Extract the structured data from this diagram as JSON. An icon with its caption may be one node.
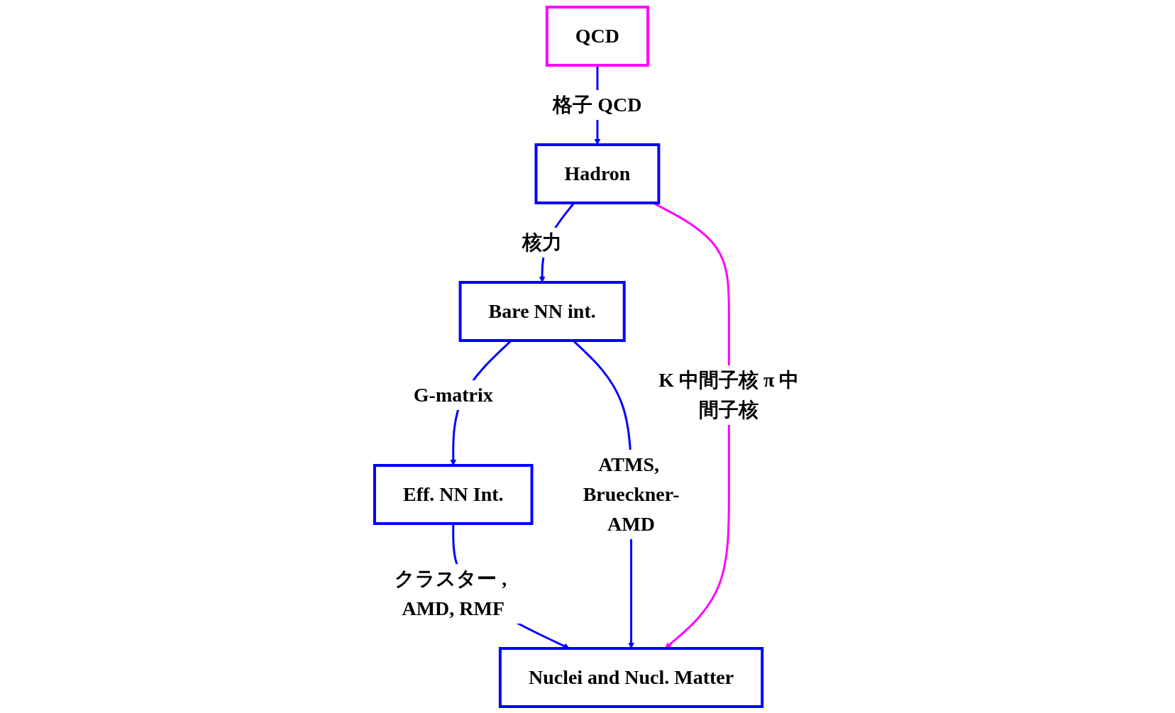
{
  "diagram": {
    "nodes": [
      {
        "text": [
          "QCD"
        ]
      },
      {
        "text": [
          "Hadron"
        ]
      },
      {
        "text": [
          "Bare NN int."
        ]
      },
      {
        "text": [
          "Eff. NN Int."
        ]
      },
      {
        "text": [
          "Nuclei and Nucl. Matter"
        ]
      }
    ],
    "edges": [
      {
        "from": 0,
        "to": 1,
        "arrow": "to",
        "label": "格子 QCD"
      },
      {
        "from": 1,
        "to": 2,
        "arrow": "to",
        "label": "核力"
      },
      {
        "from": 2,
        "to": 3,
        "arrow": "to",
        "label": "G-matrix"
      },
      {
        "from": 2,
        "to": 4,
        "arrow": "to",
        "label": "ATMS, Brueckner-AMD"
      },
      {
        "from": 1,
        "to": 4,
        "arrow": "to",
        "label": "K 中間子核 π 中間子核",
        "color": "#ff00ff"
      },
      {
        "from": 3,
        "to": 4,
        "arrow": "to",
        "label": "クラスター , AMD, RMF"
      }
    ]
  }
}
